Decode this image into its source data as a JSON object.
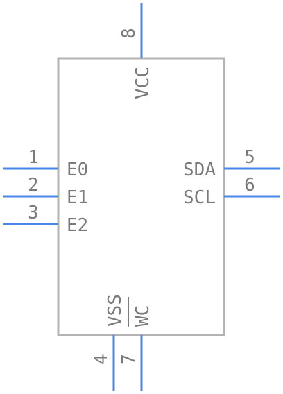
{
  "symbol": {
    "pins": [
      {
        "number": "1",
        "name": "E0"
      },
      {
        "number": "2",
        "name": "E1"
      },
      {
        "number": "3",
        "name": "E2"
      },
      {
        "number": "4",
        "name": "VSS"
      },
      {
        "number": "5",
        "name": "SDA"
      },
      {
        "number": "6",
        "name": "SCL"
      },
      {
        "number": "7",
        "name": "WC",
        "overbar": true
      },
      {
        "number": "8",
        "name": "VCC"
      }
    ]
  },
  "colors": {
    "pin_line": "#4a86e8",
    "body_outline": "#b3b3b3",
    "text": "#7a7a7a"
  }
}
